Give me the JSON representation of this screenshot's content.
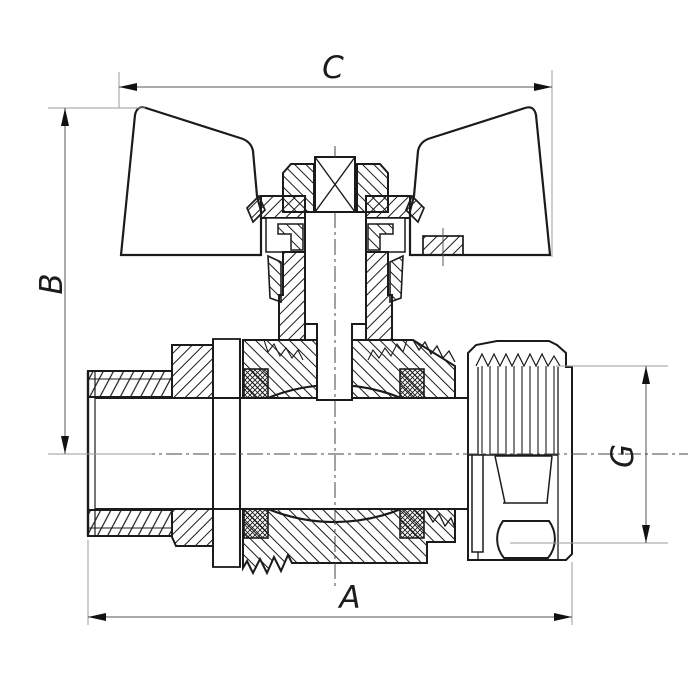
{
  "drawing": {
    "kind": "ball-valve-sectional-drawing",
    "dimension_labels": {
      "top": "C",
      "left": "B",
      "bottom": "A",
      "right": "G"
    },
    "colors": {
      "line": "#1b1b1b",
      "dimension_line": "#555555",
      "extension_line": "#9b9b9b",
      "background": "#ffffff"
    }
  }
}
